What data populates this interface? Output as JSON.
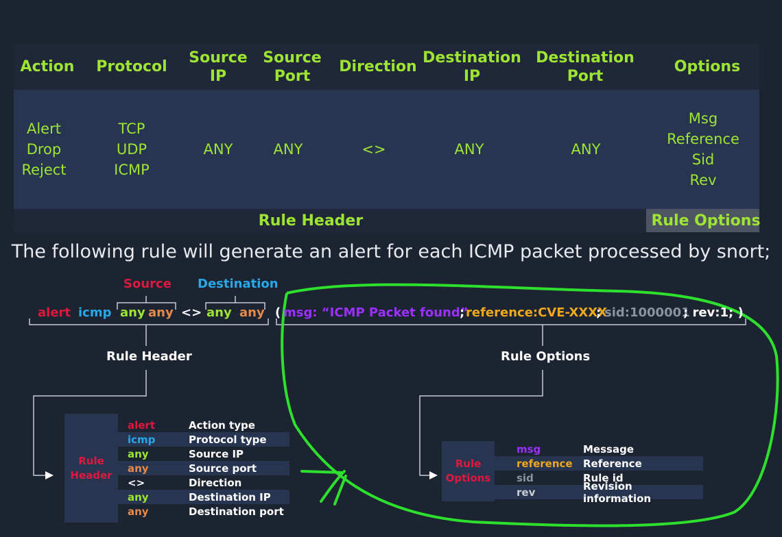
{
  "colors": {
    "green": "#9ee533",
    "red": "#e0183f",
    "blue": "#29a8e8",
    "orange": "#e58a4d",
    "purple": "#9b30ff",
    "gold": "#f0a91c",
    "gray": "#8a93a0"
  },
  "table": {
    "headers": [
      "Action",
      "Protocol",
      "Source IP",
      "Source Port",
      "Direction",
      "Destination IP",
      "Destination Port",
      "Options"
    ],
    "cells": [
      "Alert\nDrop\nReject",
      "TCP\nUDP\nICMP",
      "ANY",
      "ANY",
      "<>",
      "ANY",
      "ANY",
      "Msg\nReference\nSid\nRev"
    ],
    "footer_header": "Rule Header",
    "footer_options": "Rule Options"
  },
  "description": "The following rule will generate an alert for each ICMP packet processed by snort;",
  "rule": {
    "source_label": "Source",
    "destination_label": "Destination",
    "action": "alert",
    "protocol": "icmp",
    "src_ip": "any",
    "src_port": "any",
    "direction": "<>",
    "dst_ip": "any",
    "dst_port": "any",
    "open_paren": "(",
    "msg": "msg: “ICMP Packet found”",
    "sep1": ";",
    "reference": "reference:CVE-XXXX",
    "sep2": ";",
    "sid": "sid:1000001",
    "tail": "; rev:1; )",
    "header_label": "Rule Header",
    "options_label": "Rule Options"
  },
  "header_table": {
    "side_label": "Rule\nHeader",
    "rows": [
      {
        "key": "alert",
        "value": "Action type"
      },
      {
        "key": "icmp",
        "value": "Protocol type"
      },
      {
        "key": "any",
        "value": "Source IP"
      },
      {
        "key": "any",
        "value": "Source port"
      },
      {
        "key": "<>",
        "value": "Direction"
      },
      {
        "key": "any",
        "value": "Destination IP"
      },
      {
        "key": "any",
        "value": "Destination port"
      }
    ]
  },
  "options_table": {
    "side_label": "Rule\nOptions",
    "rows": [
      {
        "key": "msg",
        "value": "Message"
      },
      {
        "key": "reference",
        "value": "Reference"
      },
      {
        "key": "sid",
        "value": "Rule id"
      },
      {
        "key": "rev",
        "value": "Revision information"
      }
    ]
  }
}
